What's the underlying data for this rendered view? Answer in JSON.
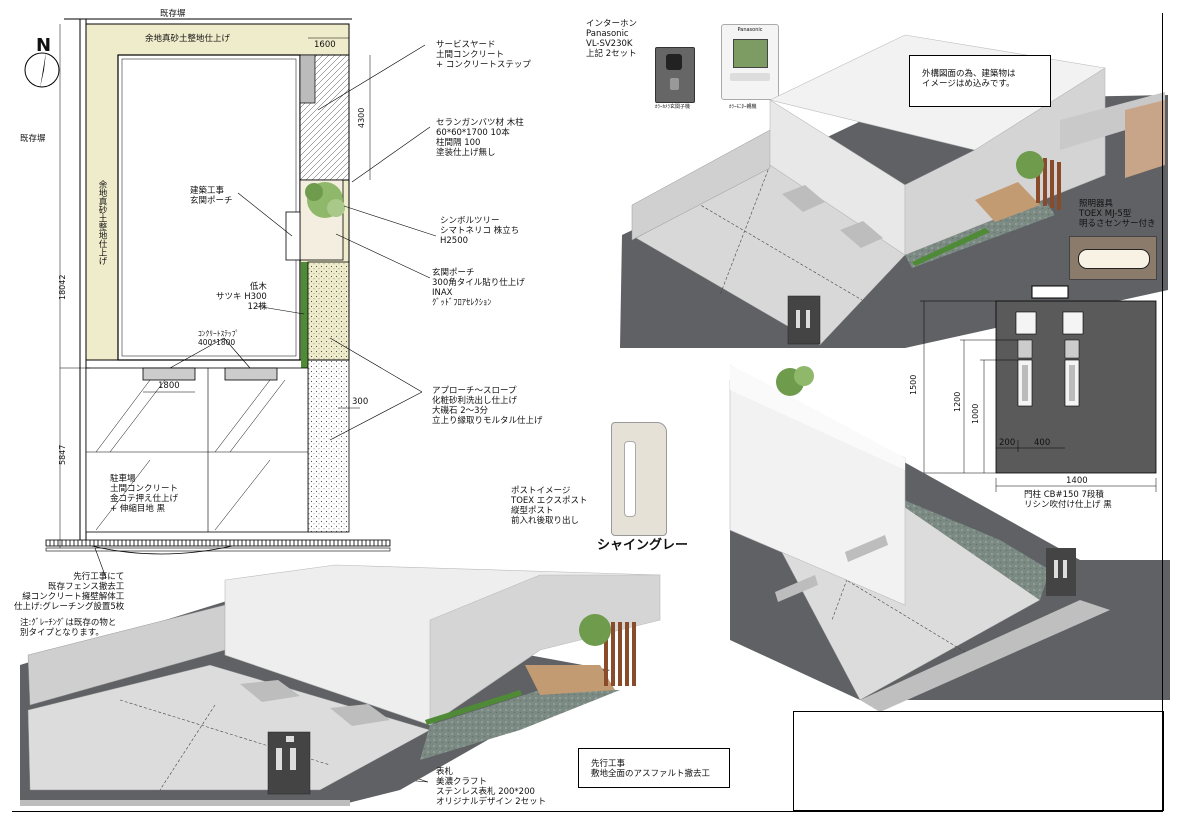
{
  "plan": {
    "top_wall": "既存塀",
    "left_wall": "既存塀",
    "sand_top": "余地真砂土整地仕上げ",
    "sand_left": "余地真砂土整地仕上げ",
    "dim_total": "18042",
    "dim_lower": "5847",
    "dim_1600": "1600",
    "dim_4300": "4300",
    "dim_1800": "1800",
    "dim_300": "300",
    "north": "N"
  },
  "notes": {
    "service_yard": "サービスヤード\n土間コンクリート\n+ コンクリートステップ",
    "pillars": "セランガンバツ材 木柱\n60*60*1700 10本\n柱間隔 100\n塗装仕上げ無し",
    "building": "建築工事\n玄関ポーチ",
    "symbol_tree": "シンボルツリー\nシマトネリコ 株立ち\nH2500",
    "porch": "玄関ポーチ\n300角タイル貼り仕上げ\nINAX\nｸﾞｯﾄﾞﾌﾛｱｾﾚｸｼｮﾝ",
    "shrub": "低木\nサツキ H300\n12株",
    "steps": "ｺﾝｸﾘｰﾄｽﾃｯﾌﾟ\n400*1800",
    "approach": "アプローチ～スロープ\n化粧砂利洗出し仕上げ\n大磯石 2～3分\n立上り縁取りモルタル仕上げ",
    "parking": "駐車場\n土間コンクリート\n金コテ押え仕上げ\n+ 伸縮目地 黒",
    "prework": "先行工事にて\n既存フェンス撤去工\n緑コンクリート擁壁解体工\n仕上げ:グレーチング設置5枚",
    "grating_note": "注:ｸﾞﾚｰﾁﾝｸﾞは既存の物と\n別タイプとなります。",
    "intercom": "インターホン\nPanasonic\nVL-SV230K\n上記 2セット",
    "intercom_cap1": "ｶﾗｰｶﾒﾗ玄関子機",
    "intercom_cap2": "ｶﾗｰﾓﾆﾀｰ親機",
    "intercom_brand": "Panasonic",
    "image_note": "外構図面の為、建築物は\nイメージはめ込みです。",
    "lighting": "照明器具\nTOEX MJ-5型\n明るさセンサー付き",
    "gate_pillar": "門柱 CB#150 7段積\nリシン吹付け仕上げ 黒",
    "post": "ポストイメージ\nTOEX エクスポスト\n縦型ポスト\n前入れ後取り出し",
    "post_color": "シャイングレー",
    "nameplate": "表札\n美濃クラフト\nステンレス表札 200*200\nオリジナルデザイン 2セット",
    "asphalt": "先行工事\n敷地全面のアスファルト撤去工"
  },
  "gate_dims": {
    "h1500": "1500",
    "h1200": "1200",
    "h1000": "1000",
    "w200": "200",
    "w400": "400",
    "w1400": "1400"
  },
  "colors": {
    "sand": "#efeccb",
    "wall_gray": "#5a5a5a",
    "gate_dark": "#444444",
    "concrete": "#d9d9d9",
    "hedge": "#4f8a36"
  }
}
